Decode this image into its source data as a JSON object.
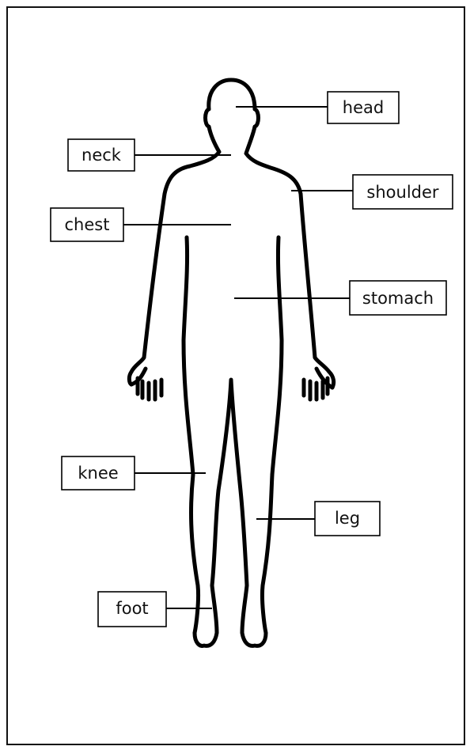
{
  "labels": {
    "head": "head",
    "neck": "neck",
    "shoulder": "shoulder",
    "chest": "chest",
    "stomach": "stomach",
    "knee": "knee",
    "leg": "leg",
    "foot": "foot"
  }
}
